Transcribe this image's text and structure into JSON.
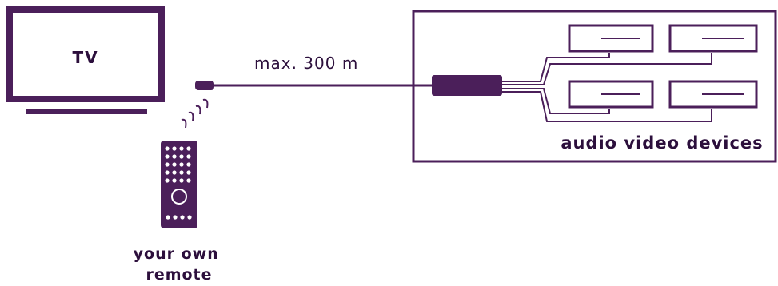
{
  "tv_label": "TV",
  "cable_label": "max. 300 m",
  "devices_label": "audio video devices",
  "remote_label": [
    "your own",
    "remote"
  ],
  "colors": {
    "primary": "#4b1f5a",
    "text": "#2c0f3c",
    "background": "#ffffff"
  },
  "icons": [
    "tv-icon",
    "ir-receiver-icon",
    "ir-signal-icon",
    "remote-icon",
    "ir-extender-hub-icon",
    "av-device-icon"
  ]
}
